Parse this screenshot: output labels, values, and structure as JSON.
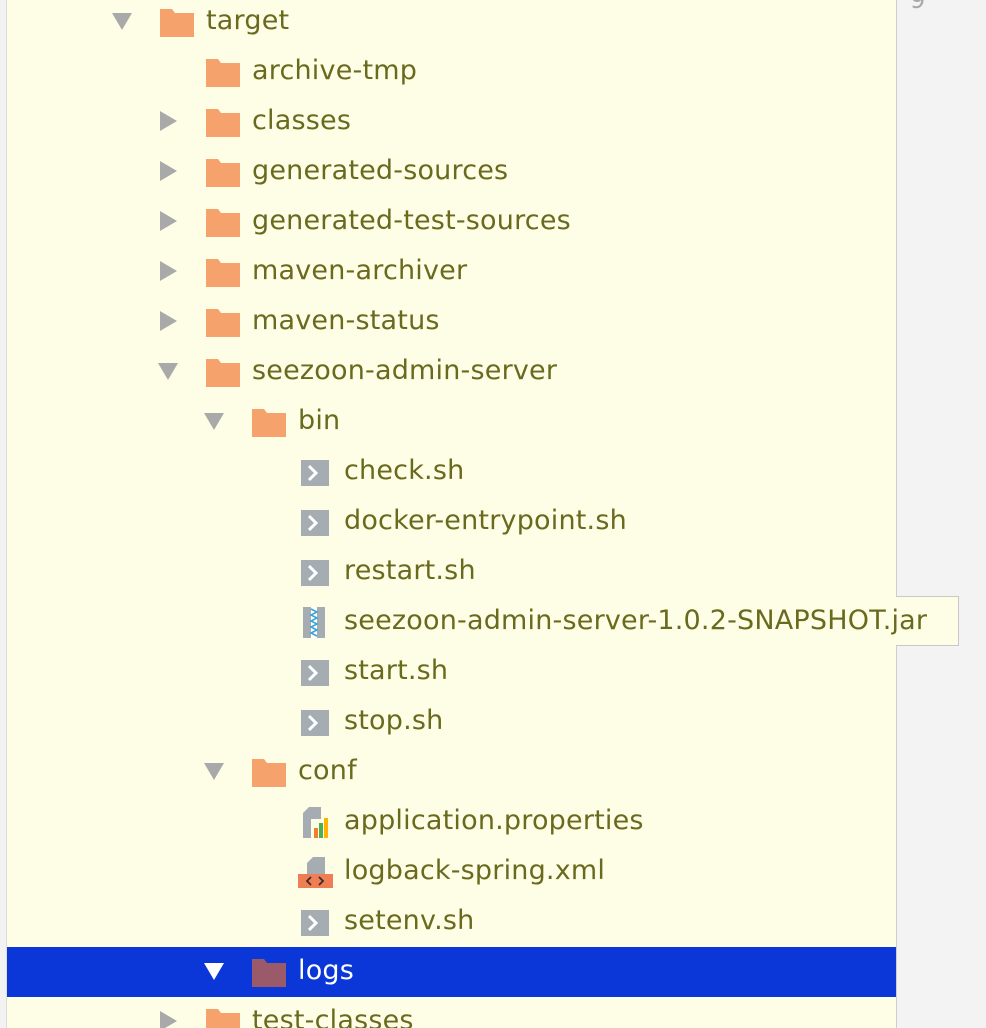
{
  "editor": {
    "gutter_number": "9"
  },
  "tree": {
    "items": [
      {
        "label": "target",
        "depth": 0,
        "arrow": "expanded",
        "icon": "folder"
      },
      {
        "label": "archive-tmp",
        "depth": 1,
        "arrow": "none",
        "icon": "folder"
      },
      {
        "label": "classes",
        "depth": 1,
        "arrow": "collapsed",
        "icon": "folder"
      },
      {
        "label": "generated-sources",
        "depth": 1,
        "arrow": "collapsed",
        "icon": "folder"
      },
      {
        "label": "generated-test-sources",
        "depth": 1,
        "arrow": "collapsed",
        "icon": "folder"
      },
      {
        "label": "maven-archiver",
        "depth": 1,
        "arrow": "collapsed",
        "icon": "folder"
      },
      {
        "label": "maven-status",
        "depth": 1,
        "arrow": "collapsed",
        "icon": "folder"
      },
      {
        "label": "seezoon-admin-server",
        "depth": 1,
        "arrow": "expanded",
        "icon": "folder"
      },
      {
        "label": "bin",
        "depth": 2,
        "arrow": "expanded",
        "icon": "folder"
      },
      {
        "label": "check.sh",
        "depth": 3,
        "arrow": "none",
        "icon": "shell-script"
      },
      {
        "label": "docker-entrypoint.sh",
        "depth": 3,
        "arrow": "none",
        "icon": "shell-script"
      },
      {
        "label": "restart.sh",
        "depth": 3,
        "arrow": "none",
        "icon": "shell-script"
      },
      {
        "label": "seezoon-admin-server-1.0.2-SNAPSHOT.jar",
        "depth": 3,
        "arrow": "none",
        "icon": "jar-archive"
      },
      {
        "label": "start.sh",
        "depth": 3,
        "arrow": "none",
        "icon": "shell-script"
      },
      {
        "label": "stop.sh",
        "depth": 3,
        "arrow": "none",
        "icon": "shell-script"
      },
      {
        "label": "conf",
        "depth": 2,
        "arrow": "expanded",
        "icon": "folder"
      },
      {
        "label": "application.properties",
        "depth": 3,
        "arrow": "none",
        "icon": "properties-file"
      },
      {
        "label": "logback-spring.xml",
        "depth": 3,
        "arrow": "none",
        "icon": "xml-file"
      },
      {
        "label": "setenv.sh",
        "depth": 3,
        "arrow": "none",
        "icon": "shell-script"
      },
      {
        "label": "logs",
        "depth": 2,
        "arrow": "expanded",
        "icon": "folder",
        "selected": true
      },
      {
        "label": "test-classes",
        "depth": 1,
        "arrow": "collapsed",
        "icon": "folder"
      }
    ]
  },
  "colors": {
    "panel_background": "#fefee6",
    "label_text": "#6a6a1f",
    "folder": "#f5a26c",
    "selected_folder": "#9b5a6a",
    "selection": "#0b36d8",
    "arrow": "#a9a9a9"
  }
}
